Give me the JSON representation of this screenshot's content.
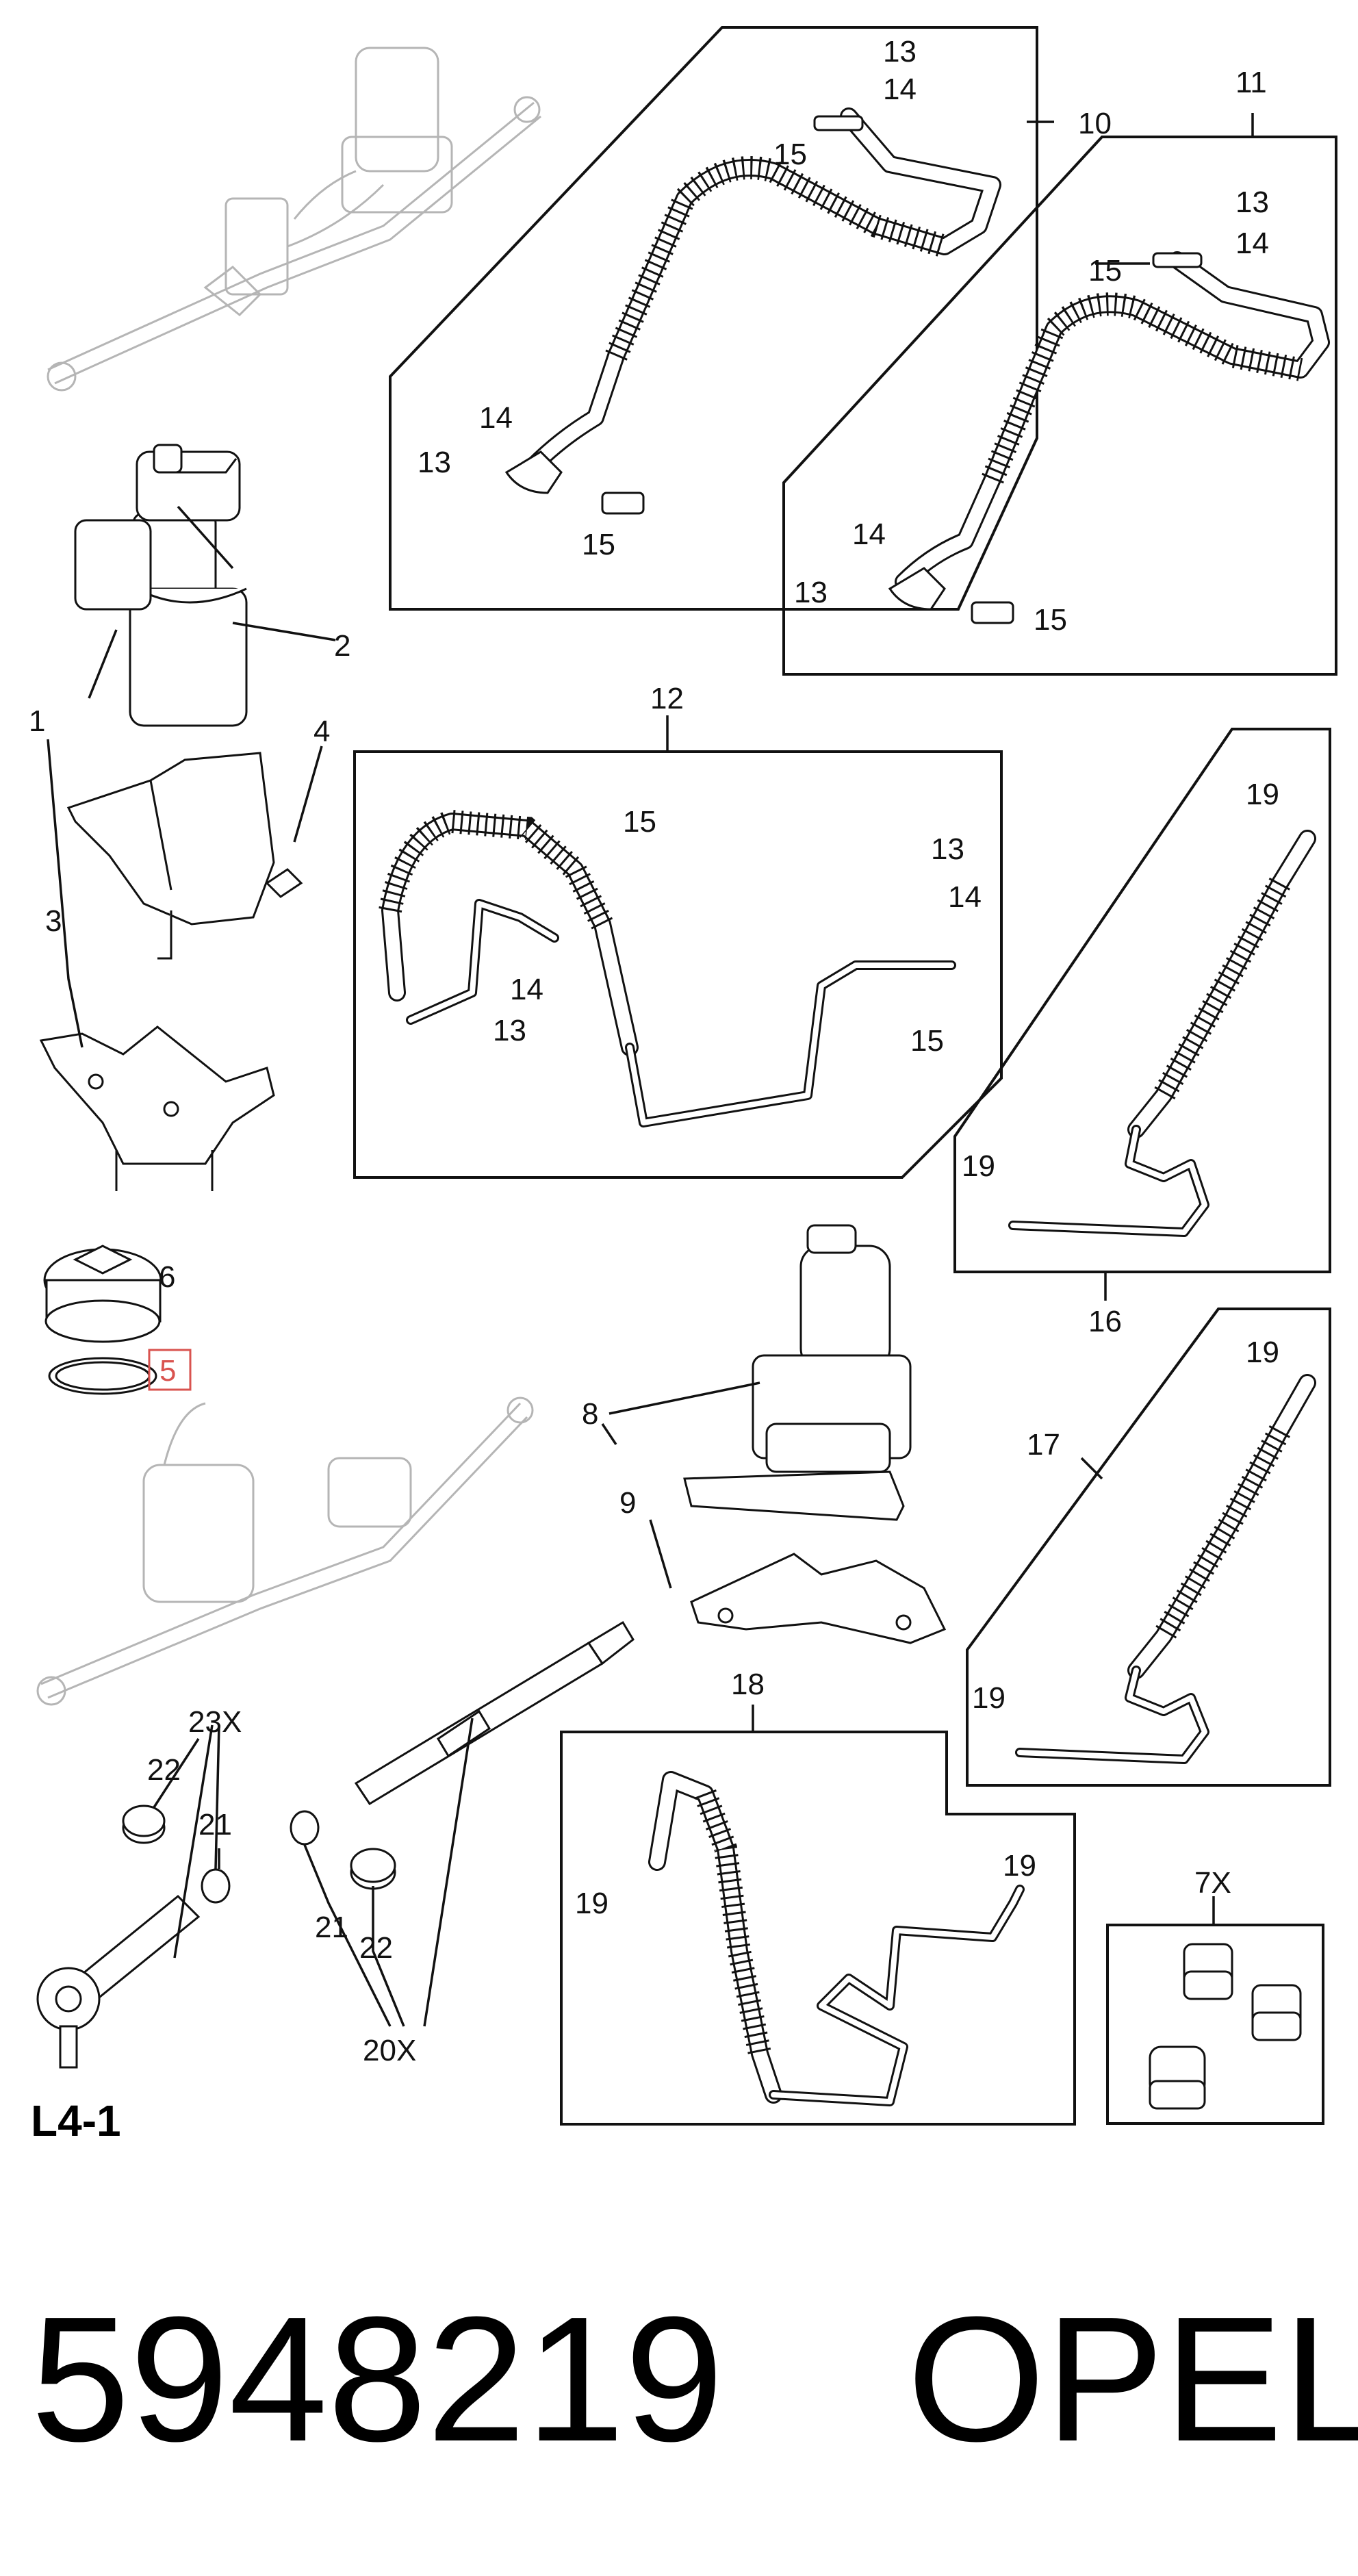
{
  "callouts": {
    "c1": "1",
    "c2": "2",
    "c3": "3",
    "c4": "4",
    "c5": "5",
    "c6": "6",
    "c7x": "7X",
    "c8": "8",
    "c9": "9",
    "c10": "10",
    "c11": "11",
    "c12": "12",
    "c13": "13",
    "c14": "14",
    "c15": "15",
    "c16": "16",
    "c17": "17",
    "c18": "18",
    "c19": "19",
    "c20x": "20X",
    "c21": "21",
    "c22": "22",
    "c23x": "23X"
  },
  "page_code": "L4-1",
  "part_number": "5948219",
  "brand": "OPEL",
  "colors": {
    "line": "#111111",
    "ghost": "#b5b5b5",
    "highlight": "#d9534f"
  }
}
